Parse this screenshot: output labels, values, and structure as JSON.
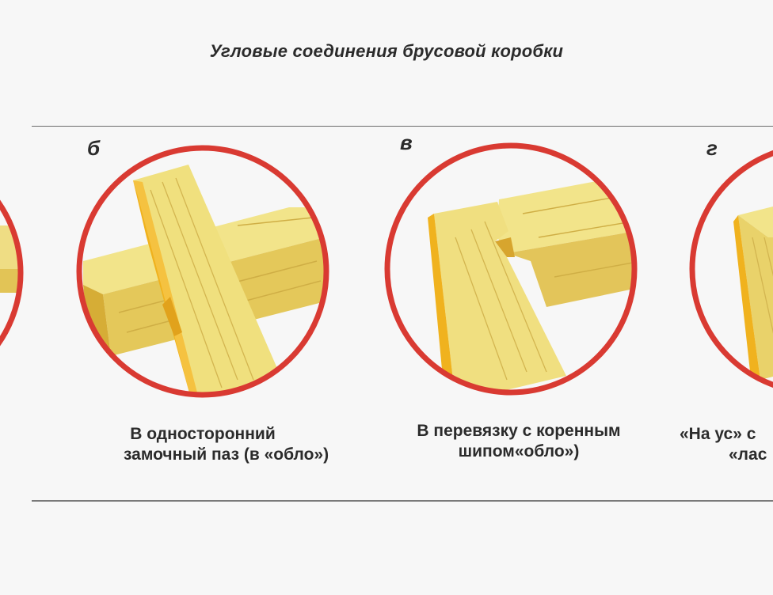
{
  "title": "Угловые соединения брусовой коробки",
  "panels": [
    {
      "letter": "б",
      "caption_line1": "В односторонний",
      "caption_line2": "замочный паз (в «обло»)"
    },
    {
      "letter": "в",
      "caption_line1": "В перевязку с коренным",
      "caption_line2": "шипом«обло»)"
    },
    {
      "letter": "г",
      "caption_line1": "«На ус» с",
      "caption_line2": "«лас"
    }
  ],
  "colors": {
    "circle": "#d93a32",
    "wood_light": "#f2e48a",
    "wood_mid": "#e7cf5c",
    "wood_dark": "#d9b23a",
    "wood_orange": "#f0b21e"
  }
}
